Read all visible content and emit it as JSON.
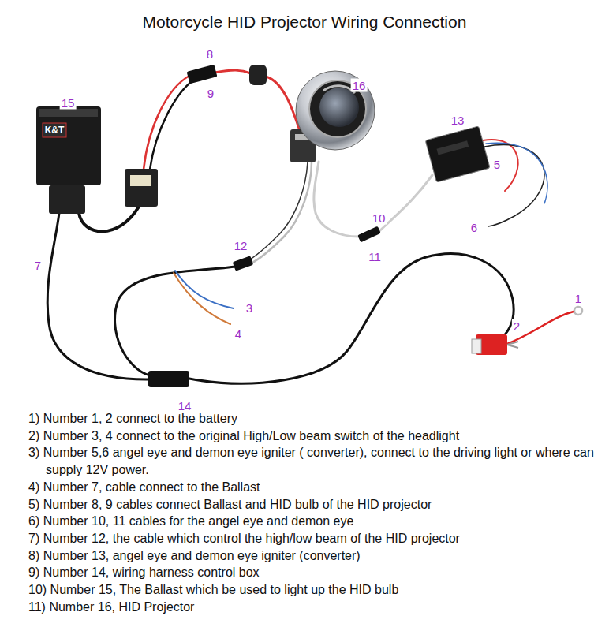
{
  "diagram": {
    "title": "Motorcycle HID Projector Wiring Connection",
    "labels": [
      "K&T",
      "1",
      "2",
      "3",
      "4",
      "5",
      "6",
      "7",
      "8",
      "9",
      "10",
      "11",
      "12",
      "13",
      "14",
      "15",
      "16",
      "1) Number 1, 2 connect to the battery",
      "2) Number 3, 4 connect to the original High/Low beam switch of the headlight",
      "3) Number 5,6 angel eye and demon eye igniter ( converter), connect to the driving light or where can supply 12V power.",
      "4) Number 7, cable connect to the Ballast",
      "5) Number 8, 9 cables connect Ballast and HID bulb of the HID projector",
      "6) Number 10, 11 cables for the angel eye and demon eye",
      "7) Number 12, the cable which control the high/low beam of the HID projector",
      "8) Number 13, angel eye and demon eye igniter (converter)",
      "9) Number 14, wiring harness control box",
      "10) Number 15, The Ballast which be used to light up the HID bulb",
      "11) Number 16, HID Projector"
    ]
  }
}
